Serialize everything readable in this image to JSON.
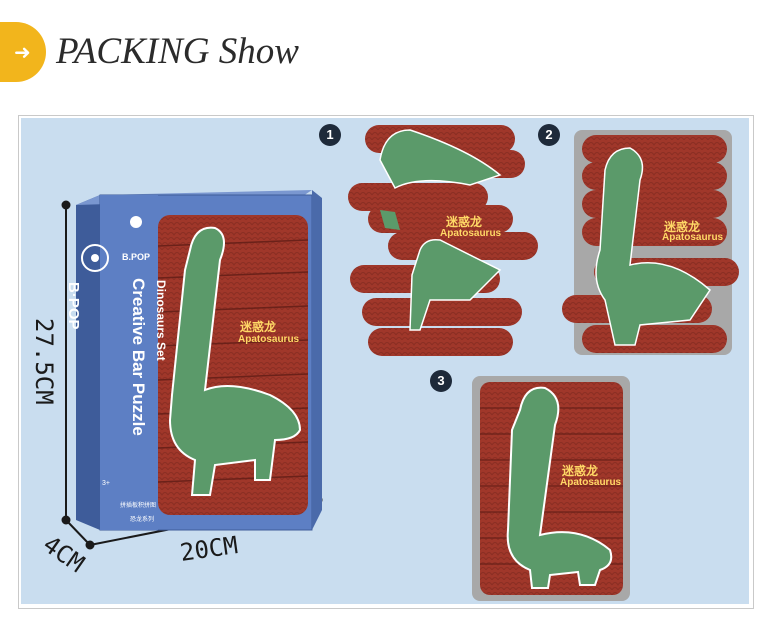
{
  "header": {
    "title": "PACKING Show",
    "badge_icon": "arrow-right-icon"
  },
  "dimensions": {
    "height": "27.5CM",
    "width": "20CM",
    "depth": "4CM"
  },
  "box": {
    "brand": "B.POP",
    "brand_side": "B·POP",
    "product_name": "Creative Bar Puzzle",
    "product_series": "Dinosaurs Set",
    "dino_cn": "迷惑龙",
    "dino_en": "Apatosaurus",
    "bottom_cn": "拼插板积拼图",
    "bottom_cn2": "恐龙系列",
    "age": "3+"
  },
  "steps": [
    {
      "number": "1",
      "label_cn": "迷惑龙",
      "label_en": "Apatosaurus"
    },
    {
      "number": "2",
      "label_cn": "迷惑龙",
      "label_en": "Apatosaurus"
    },
    {
      "number": "3",
      "label_cn": "迷惑龙",
      "label_en": "Apatosaurus"
    }
  ],
  "colors": {
    "accent": "#f2b51c",
    "panel": "#c9ddef",
    "box_blue": "#5d7fc4",
    "puzzle_red": "#a0372a",
    "dino_green": "#5b9a6a"
  }
}
